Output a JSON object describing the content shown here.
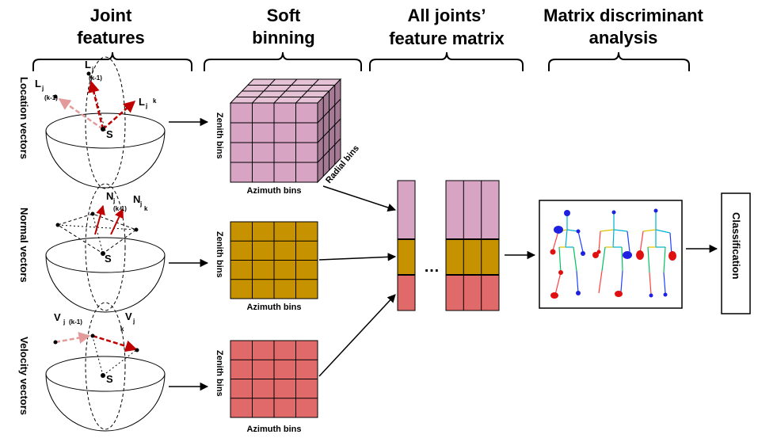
{
  "headers": {
    "joint_features": [
      "Joint",
      "features"
    ],
    "soft_binning": [
      "Soft",
      "binning"
    ],
    "feature_matrix": [
      "All joints’",
      "feature matrix"
    ],
    "mda": [
      "Matrix discriminant",
      "analysis"
    ]
  },
  "rows": {
    "location": "Location vectors",
    "normal": "Normal vectors",
    "velocity": "Velocity vectors"
  },
  "bins": {
    "zenith": "Zenith bins",
    "azimuth": "Azimuth bins",
    "radial": "Radial bins"
  },
  "vector_labels": {
    "L": "L",
    "N": "N",
    "V": "V",
    "S": "S",
    "j": "j",
    "k": "k",
    "k_minus_1": "(k-1)"
  },
  "classification": "Classification",
  "ellipsis": "…",
  "colors": {
    "pink": "#d8a4c4",
    "pink_side": "#a47a94",
    "pink_top": "#e6c2d6",
    "gold": "#c69200",
    "red": "#e06a6a",
    "arrow_red": "#c00000",
    "arrow_light": "#e39a9a"
  }
}
